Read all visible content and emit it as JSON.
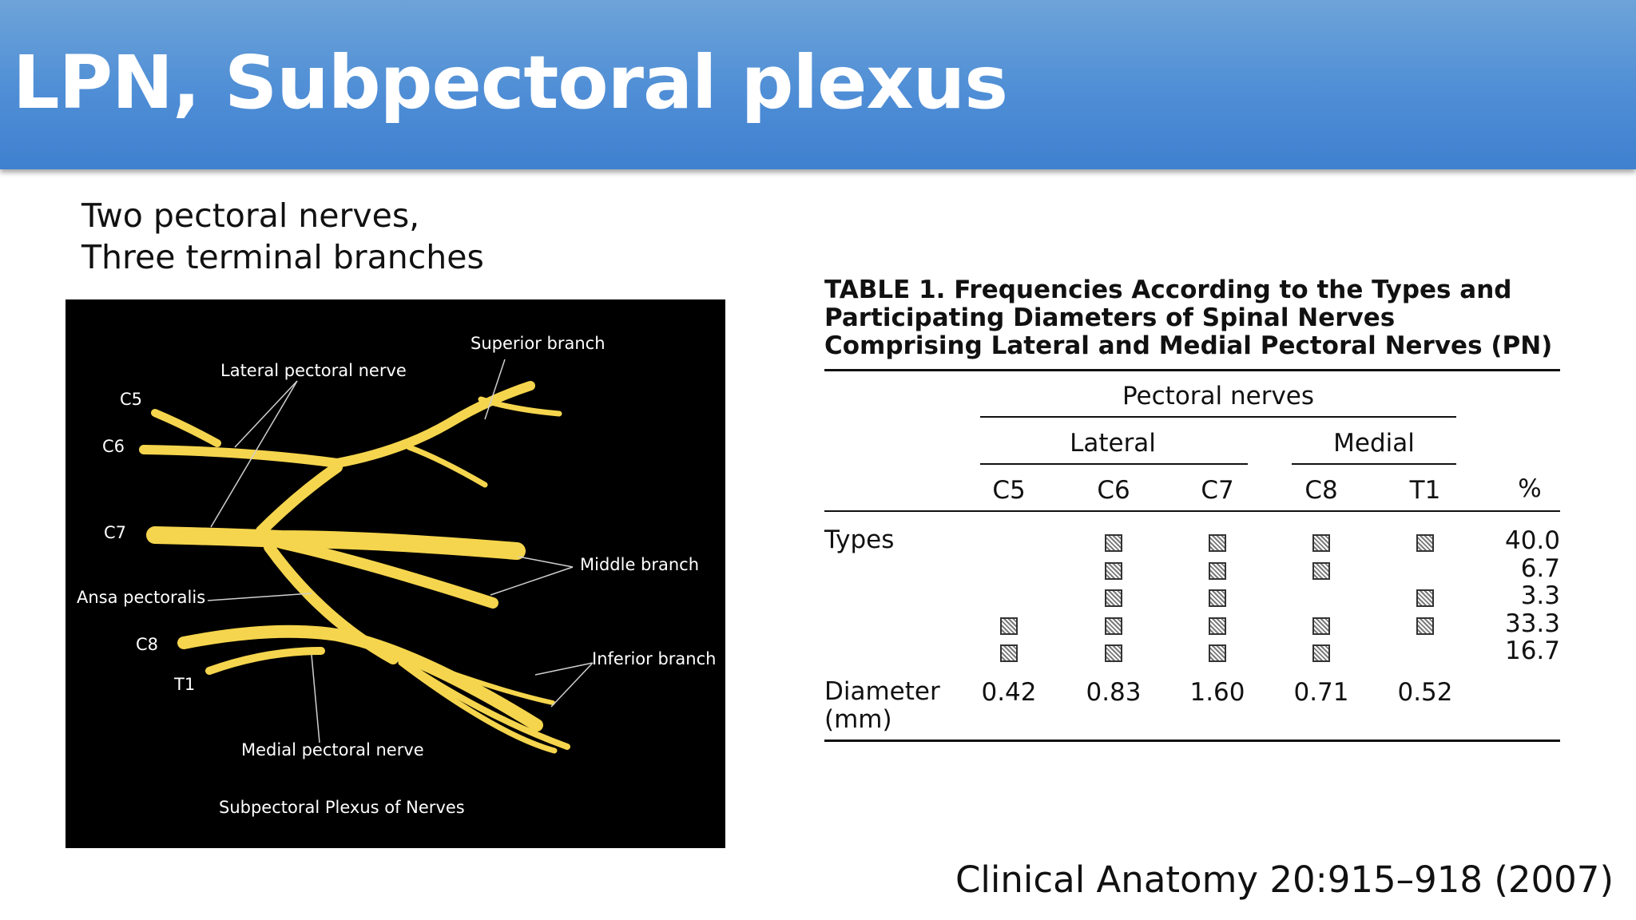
{
  "header": {
    "title": "LPN, Subpectoral plexus"
  },
  "intro": {
    "line1": "Two pectoral nerves,",
    "line2": "Three terminal branches"
  },
  "figure": {
    "labels": {
      "superior_branch": "Superior branch",
      "lateral_pectoral_nerve": "Lateral pectoral nerve",
      "c5": "C5",
      "c6": "C6",
      "c7": "C7",
      "middle_branch": "Middle branch",
      "ansa_pectoralis": "Ansa pectoralis",
      "c8": "C8",
      "t1": "T1",
      "inferior_branch": "Inferior branch",
      "medial_pectoral_nerve": "Medial pectoral nerve",
      "caption": "Subpectoral Plexus of Nerves"
    },
    "nerve_color": "#f7dc5a"
  },
  "table": {
    "title": "TABLE 1.  Frequencies According to the Types and Participating Diameters of Spinal Nerves Comprising Lateral and Medial Pectoral Nerves (PN)",
    "group_header": "Pectoral nerves",
    "lateral_header": "Lateral",
    "medial_header": "Medial",
    "columns": [
      "C5",
      "C6",
      "C7",
      "C8",
      "T1"
    ],
    "percent_header": "%",
    "types_label": "Types",
    "types_rows": [
      {
        "marks": [
          false,
          true,
          true,
          true,
          true
        ],
        "percent": "40.0"
      },
      {
        "marks": [
          false,
          true,
          true,
          true,
          false
        ],
        "percent": "6.7"
      },
      {
        "marks": [
          false,
          true,
          true,
          false,
          true
        ],
        "percent": "3.3"
      },
      {
        "marks": [
          true,
          true,
          true,
          true,
          true
        ],
        "percent": "33.3"
      },
      {
        "marks": [
          true,
          true,
          true,
          true,
          false
        ],
        "percent": "16.7"
      }
    ],
    "diameter_label_line1": "Diameter",
    "diameter_label_line2": "(mm)",
    "diameters": [
      "0.42",
      "0.83",
      "1.60",
      "0.71",
      "0.52"
    ]
  },
  "citation": "Clinical Anatomy 20:915–918 (2007)"
}
